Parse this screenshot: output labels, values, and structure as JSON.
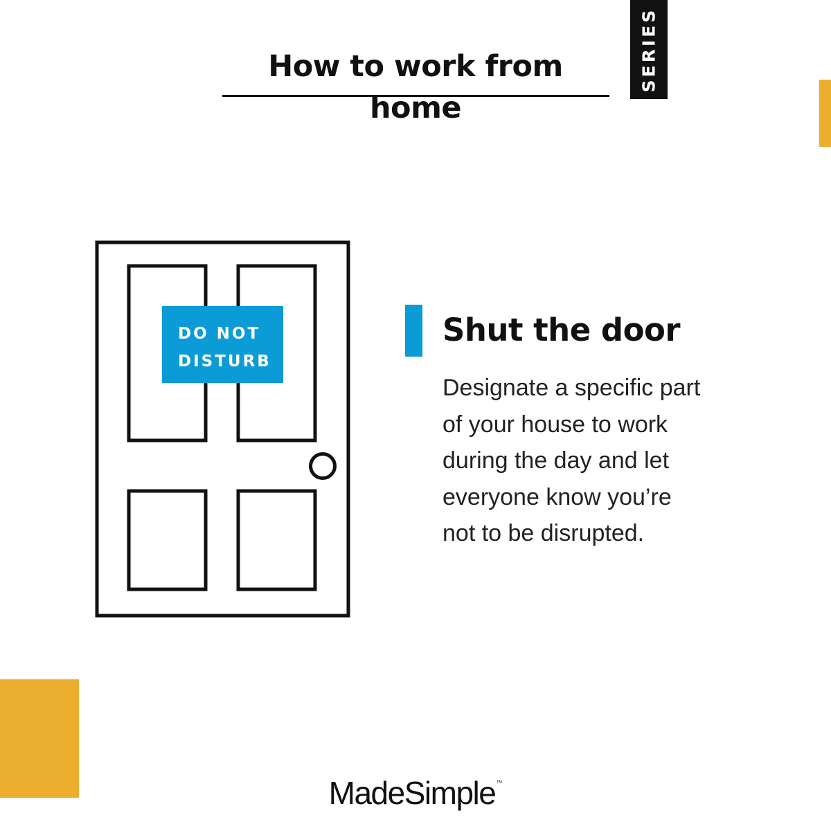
{
  "header": {
    "title": "How to work from home",
    "series_label": "SERIES"
  },
  "illustration": {
    "sign_line1": "DO NOT",
    "sign_line2": "DISTURB"
  },
  "tip": {
    "heading": "Shut the door",
    "body_lines": [
      "Designate a specific part",
      "of your house to work",
      "during the day and let",
      "everyone know you’re",
      "not to be disrupted."
    ]
  },
  "brand": {
    "logo_text": "MadeSimple",
    "trademark": "™"
  },
  "colors": {
    "accent_yellow": "#EBAE2F",
    "accent_blue": "#0B9BD7",
    "ink": "#111111",
    "background": "#FFFFFF"
  }
}
